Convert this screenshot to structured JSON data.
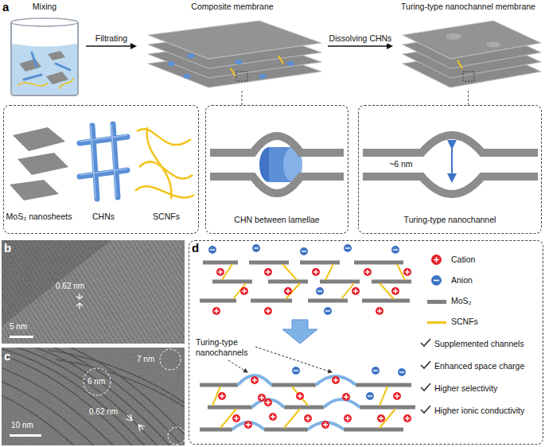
{
  "diagram": {
    "nodes": [
      {
        "text": [
          "Mixing"
        ]
      },
      {
        "text": [
          "Composite membrane"
        ]
      },
      {
        "text": [
          "Turing-type nanochannel membrane"
        ]
      },
      {
        "text": [
          "MoS₂ nanosheets",
          "CHNs",
          "SCNFs"
        ]
      },
      {
        "text": [
          "CHN between lamellae"
        ]
      },
      {
        "text": [
          "Turing-type nanochannel",
          "~6 nm"
        ]
      },
      {
        "text": [
          "Turing-type nanochannels",
          "Supplemented channels",
          "Enhanced space charge",
          "Higher selectivity",
          "Higher ionic conductivity"
        ]
      }
    ],
    "edges": [
      {
        "from": 0,
        "to": 1,
        "label": "Filtrating",
        "arrow": "to"
      },
      {
        "from": 1,
        "to": 2,
        "label": "Dissolving CHNs",
        "arrow": "to"
      },
      {
        "from": 1,
        "to": 4,
        "arrow": "none"
      },
      {
        "from": 2,
        "to": 5,
        "arrow": "none"
      }
    ],
    "labels": [
      "a",
      "b",
      "0.62 nm",
      "5 nm",
      "c",
      "7 nm",
      "6 nm",
      "0.62 nm",
      "10 nm",
      "d"
    ],
    "legend": [
      {
        "text": "Cation",
        "color": "#e8202a"
      },
      {
        "text": "Anion",
        "color": "#3f74c6"
      },
      {
        "text": "MoS₂",
        "color": "#7f7f7f"
      },
      {
        "text": "SCNFs",
        "color": "#f2c318"
      }
    ]
  }
}
